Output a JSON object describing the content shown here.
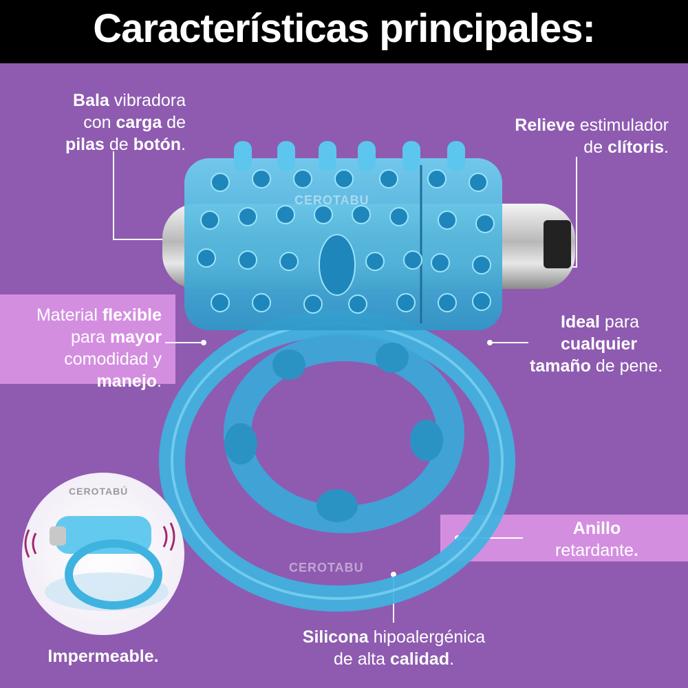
{
  "header": {
    "title": "Características principales:"
  },
  "features": {
    "bala": {
      "t1": "Bala",
      "t2": " vibradora",
      "t3": "con ",
      "t4": "carga",
      "t5": " de",
      "t6": "pilas",
      "t7": " de ",
      "t8": "botón",
      "t9": "."
    },
    "relieve": {
      "t1": "Relieve",
      "t2": " estimulador",
      "t3": "de ",
      "t4": "clítoris",
      "t5": "."
    },
    "material": {
      "t1": "Material ",
      "t2": "flexible",
      "t3": "para ",
      "t4": "mayor",
      "t5": "comodidad y",
      "t6": "manejo",
      "t7": "."
    },
    "ideal": {
      "t1": "Ideal",
      "t2": " para",
      "t3": "cualquier",
      "t4": "tamaño",
      "t5": " de pene."
    },
    "anillo": {
      "t1": "Anillo",
      "t2": "retardante",
      "t3": "."
    },
    "silicona": {
      "t1": "Silicona",
      "t2": " hipoalergénica",
      "t3": "de alta ",
      "t4": "calidad",
      "t5": "."
    },
    "impermeable": {
      "t1": "Impermeable."
    }
  },
  "watermarks": {
    "main_top": "CEROTABU",
    "main_bottom": "CEROTABU",
    "inset": "CEROTABÚ"
  },
  "colors": {
    "background": "#8e5bb0",
    "header": "#000000",
    "band": "#d48ee0",
    "product": "#3fb3e0",
    "text": "#ffffff"
  }
}
